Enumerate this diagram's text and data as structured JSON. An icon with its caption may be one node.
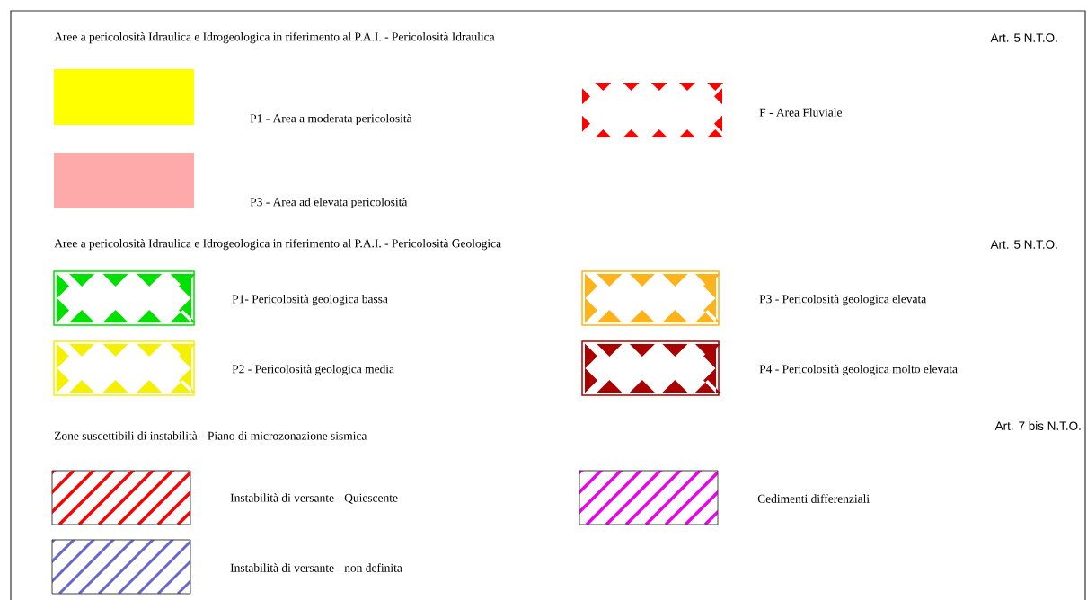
{
  "diagram": {
    "labels": [
      "Aree a pericolosità Idraulica e Idrogeologica in riferimento al P.A.I. - Pericolosità Idraulica",
      "Art. 5 N.T.O.",
      "Aree a pericolosità Idraulica e Idrogeologica in riferimento al P.A.I. - Pericolosità Geologica",
      "Art. 5 N.T.O.",
      "Zone suscettibili di instabilità - Piano di microzonazione sismica",
      "Art. 7 bis N.T.O."
    ],
    "legend": [
      {
        "text": "P1 - Area a moderata pericolosità",
        "color": "#ffff00"
      },
      {
        "text": "F - Area Fluviale"
      },
      {
        "text": "P3 - Area ad elevata pericolosità",
        "color": "#ffaaaa"
      },
      {
        "text": "P1- Pericolosità geologica bassa"
      },
      {
        "text": "P3 - Pericolosità geologica elevata"
      },
      {
        "text": "P2 - Pericolosità geologica media"
      },
      {
        "text": "P4 - Pericolosità geologica molto elevata"
      },
      {
        "text": "Instabilità di versante - Quiescente"
      },
      {
        "text": "Cedimenti differenziali"
      },
      {
        "text": "Instabilità di versante - non definita"
      }
    ]
  }
}
